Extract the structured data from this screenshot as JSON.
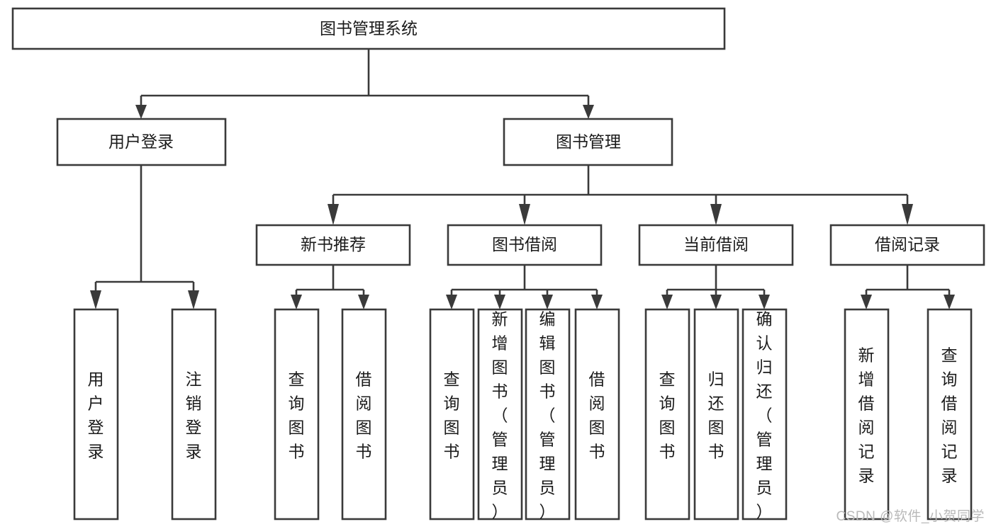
{
  "diagram": {
    "type": "tree-hierarchy",
    "title": "图书管理系统",
    "watermark": "CSDN @软件_小贺同学",
    "colors": {
      "box_stroke": "#3a3a3a",
      "box_fill": "#ffffff",
      "text": "#1b1b1b",
      "background": "#ffffff",
      "watermark": "#b9b9b9"
    },
    "root": {
      "label": "图书管理系统"
    },
    "level2": [
      {
        "label": "用户登录"
      },
      {
        "label": "图书管理"
      }
    ],
    "level3": [
      {
        "label": "新书推荐"
      },
      {
        "label": "图书借阅"
      },
      {
        "label": "当前借阅"
      },
      {
        "label": "借阅记录"
      }
    ],
    "leaves": {
      "user_login": [
        {
          "label": "用户登录"
        },
        {
          "label": "注销登录"
        }
      ],
      "new_book_recommend": [
        {
          "label": "查询图书"
        },
        {
          "label": "借阅图书"
        }
      ],
      "book_borrow": [
        {
          "label": "查询图书"
        },
        {
          "label": "新增图书（管理员）"
        },
        {
          "label": "编辑图书（管理员）"
        },
        {
          "label": "借阅图书"
        }
      ],
      "current_borrow": [
        {
          "label": "查询图书"
        },
        {
          "label": "归还图书"
        },
        {
          "label": "确认归还（管理员）"
        }
      ],
      "borrow_record": [
        {
          "label": "新增借阅记录"
        },
        {
          "label": "查询借阅记录"
        }
      ]
    }
  }
}
